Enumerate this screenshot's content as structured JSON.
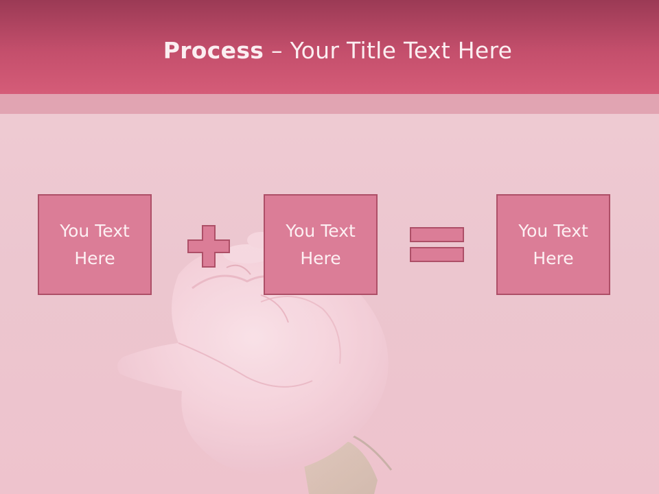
{
  "title": {
    "bold": "Process",
    "rest": " – Your Title Text Here"
  },
  "process": {
    "boxes": [
      {
        "text": "You Text Here"
      },
      {
        "text": "You Text Here"
      },
      {
        "text": "You Text Here"
      }
    ],
    "operators": [
      "plus",
      "equals"
    ]
  },
  "colors": {
    "title_bar": "#c44f6c",
    "stripe": "#e1a4b2",
    "background": "#ecc6cf",
    "box_fill": "#db7d97",
    "box_border": "#ad4f67",
    "box_text": "#fdf0f3"
  },
  "background_image": "pink-rose-bud"
}
